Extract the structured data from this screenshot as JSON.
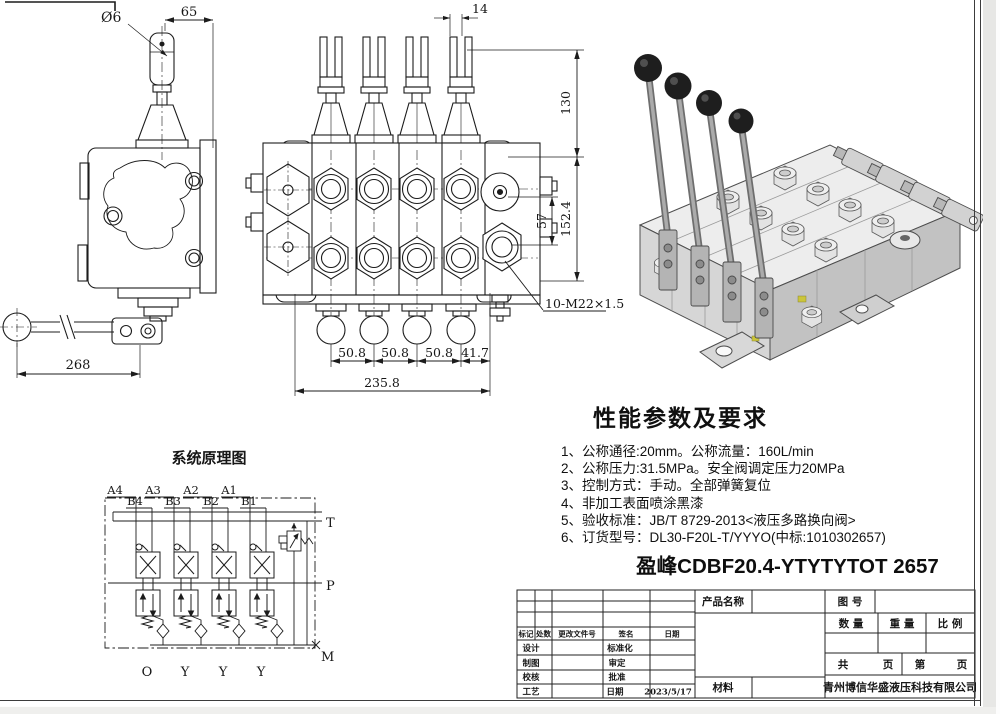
{
  "side_view": {
    "dim_diameter": "Ø6",
    "dim_width": "65",
    "dim_lever": "268"
  },
  "front_view": {
    "dim_fork": "14",
    "dim_height_top": "130",
    "dim_port_span": "57",
    "dim_height_total": "152.4",
    "dim_s1": "50.8",
    "dim_s2": "50.8",
    "dim_s3": "50.8",
    "dim_s4": "41.7",
    "dim_total": "235.8",
    "thread_note": "10-M22×1.5"
  },
  "schematic": {
    "title": "系统原理图",
    "ports_top": [
      "A4",
      "B4",
      "A3",
      "B3",
      "A2",
      "B2",
      "A1",
      "B1"
    ],
    "port_t": "T",
    "port_p": "P",
    "port_m": "M",
    "ports_bottom": [
      "O",
      "Y",
      "Y",
      "Y"
    ]
  },
  "specs": {
    "title": "性能参数及要求",
    "items": [
      "1、公称通径:20mm。公称流量：160L/min",
      "2、公称压力:31.5MPa。安全阀调定压力20MPa",
      "3、控制方式：手动。全部弹簧复位",
      "4、非加工表面喷涂黑漆",
      "5、验收标准：JB/T 8729-2013<液压多路换向阀>",
      "6、订货型号：DL30-F20L-T/YYYO(中标:1010302657)"
    ]
  },
  "model_code": "盈峰CDBF20.4-YTYTYTOT 2657",
  "title_block": {
    "product_name_label": "产品名称",
    "drawing_no_label": "图 号",
    "qty_label": "数 量",
    "weight_label": "重 量",
    "scale_label": "比 例",
    "total_pages_left": "共",
    "total_pages_right": "页",
    "page_no_left": "第",
    "page_no_right": "页",
    "material_label": "材料",
    "company": "青州博信华盛液压科技有限公司",
    "rev_mark": "标记",
    "rev_count": "处数",
    "rev_doc": "更改文件号",
    "rev_sign": "签名",
    "rev_date": "日期",
    "row_design": "设计",
    "row_standard": "标准化",
    "row_draft": "制图",
    "row_review": "审定",
    "row_check": "校核",
    "row_approve": "批准",
    "row_process": "工艺",
    "row_date": "日期",
    "date_value": "2023/5/17"
  }
}
